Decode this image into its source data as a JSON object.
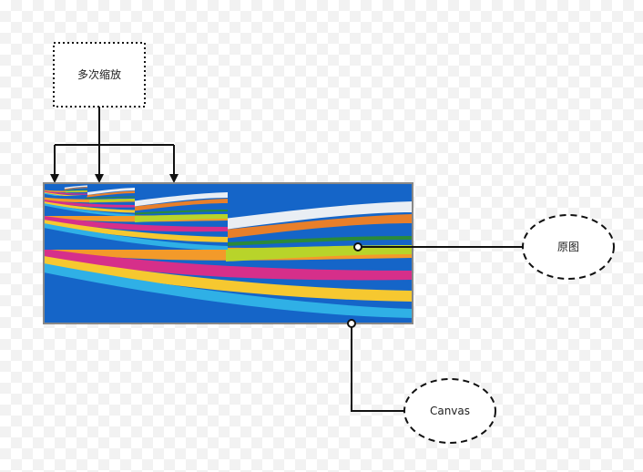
{
  "nodes": {
    "multi_zoom": {
      "label": "多次缩放"
    },
    "original": {
      "label": "原图"
    },
    "canvas": {
      "label": "Canvas"
    }
  },
  "colors": {
    "canvas_bg": "#1565c8",
    "canvas_border": "#888888",
    "connector": "#111111",
    "stripes": [
      "#e9eef4",
      "#e87f2a",
      "#b8d42a",
      "#2a8a3a",
      "#d62f8a",
      "#f39a2a",
      "#f6c830",
      "#1f9ad6"
    ]
  }
}
